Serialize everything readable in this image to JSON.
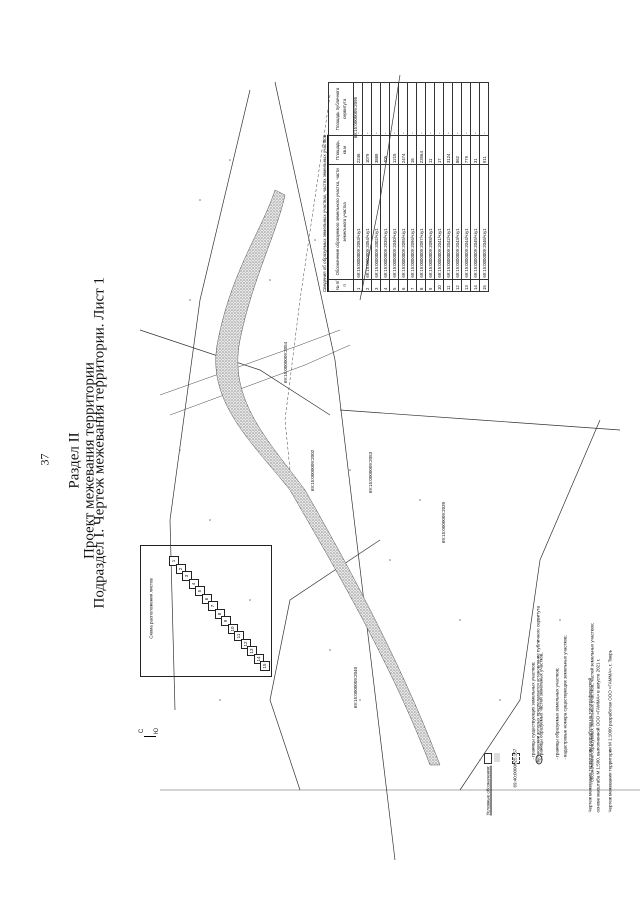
{
  "header": {
    "page_number": "37",
    "section": "Раздел II",
    "project": "Проект межевания территории",
    "subsection": "Подраздел I. Чертеж межевания территории. Лист 1"
  },
  "north_arrow": {
    "label": "С",
    "sub": "Ю"
  },
  "map_labels": {
    "parcel_2095": "69:15:0000009:2095",
    "parcel_2054": "69:15:0000009:2054",
    "parcel_2002": "69:15:0000009:2002",
    "parcel_2053": "69:15:0000009:2053",
    "parcel_2039": "69:15:0000009:2039",
    "parcel_2040": "69:15:0000009:2040"
  },
  "sheet_scheme": {
    "title": "Схема расположения листов",
    "cells": [
      "1",
      "2",
      "3",
      "4",
      "5",
      "6",
      "7",
      "8",
      "9",
      "10",
      "11",
      "12",
      "13",
      "14",
      "15"
    ]
  },
  "legend": {
    "title": "Условные обозначения:",
    "items": [
      "- границы существующих земельных участков;",
      "- границы образуемых частей земельных участков,",
      "в отношении которых предполагается установление публичного сервитута",
      "- границы образуемых земельных участков;",
      "- кадастровые номера существующих земельных участков;",
      "- обозначение образуемых земельных участков, частей земельных участков;"
    ],
    "sample_cadastral": "69:40:0000025:167",
    "sample_number": "1"
  },
  "footnotes": [
    "Чертеж межевания территории разработан на топографической",
    "основе масштаба М 1:500, выполненной ООО «ГАММА» в августе 2021 г.",
    "Чертеж межевания территории М 1:1000 разработан ООО «ГАММА», г. Тверь"
  ],
  "info_table": {
    "title": "Сведения об образуемых земельных участках, частях земельных участков",
    "headers": [
      "№ п/п",
      "Обозначение образуемого земельного участка, части земельного участка",
      "Площадь, кв.м",
      "Площадь публичного сервитута"
    ],
    "rows": [
      [
        "1",
        "69:15:0000009:2053/чзу1",
        "2246",
        "-"
      ],
      [
        "2",
        "69:15:0000009:2054/чзу1",
        "1079",
        "-"
      ],
      [
        "3",
        "69:15:0000009:2002/чзу1",
        "3889",
        "-"
      ],
      [
        "4",
        "69:15:0000009:2039/чзу1",
        "405",
        "-"
      ],
      [
        "5",
        "69:15:0000009:2040/чзу1",
        "1215",
        "-"
      ],
      [
        "6",
        "69:15:0000009:2095/чзу1",
        "2474",
        "-"
      ],
      [
        "7",
        "69:15:0000009:2096/чзу1",
        "16",
        "-"
      ],
      [
        "8",
        "69:15:0000009:2097/чзу1",
        "23964",
        "-"
      ],
      [
        "9",
        "69:15:0000009:2098/чзу1",
        "11",
        "-"
      ],
      [
        "10",
        "69:15:0000009:2041/чзу1",
        "17",
        "-"
      ],
      [
        "11",
        "69:15:0000009:2042/чзу1",
        "3124",
        "-"
      ],
      [
        "12",
        "69:15:0000009:2043/чзу1",
        "862",
        "-"
      ],
      [
        "13",
        "69:15:0000009:2044/чзу1",
        "779",
        "-"
      ],
      [
        "14",
        "69:15:0000009:2045/чзу1",
        "31",
        "-"
      ],
      [
        "15",
        "69:15:0000009:2046/чзу1",
        "911",
        "-"
      ]
    ]
  }
}
